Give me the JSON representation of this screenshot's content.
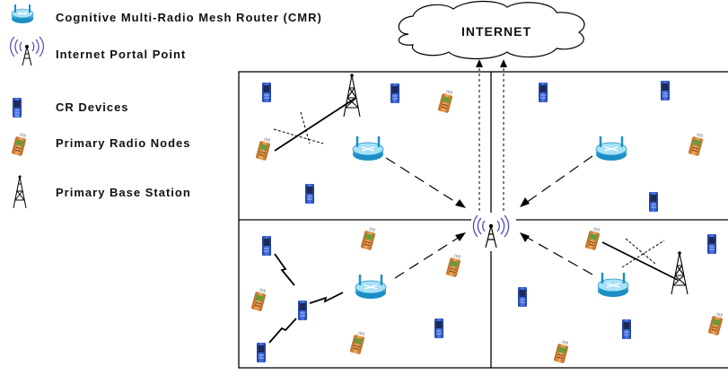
{
  "legend": {
    "items": [
      {
        "icon": "mesh-router-icon",
        "label": "Cognitive Multi-Radio Mesh Router (CMR)"
      },
      {
        "icon": "portal-antenna-icon",
        "label": "Internet Portal Point"
      },
      {
        "icon": "cr-device-icon",
        "label": "CR Devices"
      },
      {
        "icon": "primary-radio-icon",
        "label": "Primary Radio Nodes"
      },
      {
        "icon": "base-station-icon",
        "label": "Primary Base Station"
      }
    ]
  },
  "internet": {
    "label": "INTERNET"
  },
  "phone_label": "((r))",
  "colors": {
    "router": "#2aa7d9",
    "router_light": "#8fd6f2",
    "cr_device": "#2b55c9",
    "cr_screen": "#1e2a55",
    "primary_node": "#d98a3a",
    "primary_screen": "#6a9a3a",
    "line": "#000000",
    "portal_waves": "#4a4ab8"
  }
}
